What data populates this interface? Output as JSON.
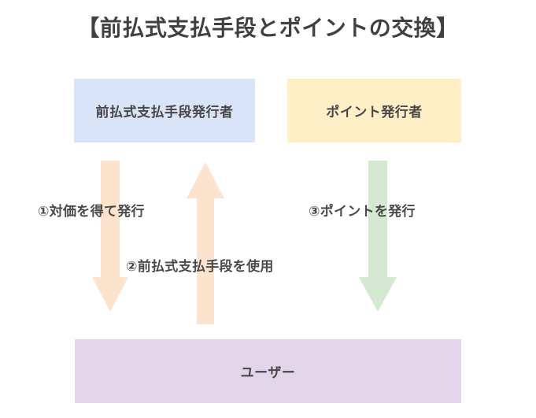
{
  "diagram": {
    "title": "【前払式支払手段とポイントの交換】",
    "background_color": "#ffffff",
    "entities": [
      {
        "id": "prepaid-issuer",
        "label": "前払式支払手段発行者",
        "color": "#d9e5f7",
        "text_color": "#474747"
      },
      {
        "id": "point-issuer",
        "label": "ポイント発行者",
        "color": "#ffefc7",
        "text_color": "#474747"
      },
      {
        "id": "user",
        "label": "ユーザー",
        "color": "#e2d5ea",
        "text_color": "#474747"
      }
    ],
    "flows": [
      {
        "id": "flow-1",
        "label": "①対価を得て発行",
        "direction": "down",
        "from": "prepaid-issuer",
        "to": "user",
        "color": "#fbe3ce"
      },
      {
        "id": "flow-2",
        "label": "②前払式支払手段を使用",
        "direction": "up",
        "from": "user",
        "to": "prepaid-issuer",
        "color": "#fbe3ce"
      },
      {
        "id": "flow-3",
        "label": "③ポイントを発行",
        "direction": "down",
        "from": "point-issuer",
        "to": "user",
        "color": "#d5e8d0"
      }
    ]
  }
}
